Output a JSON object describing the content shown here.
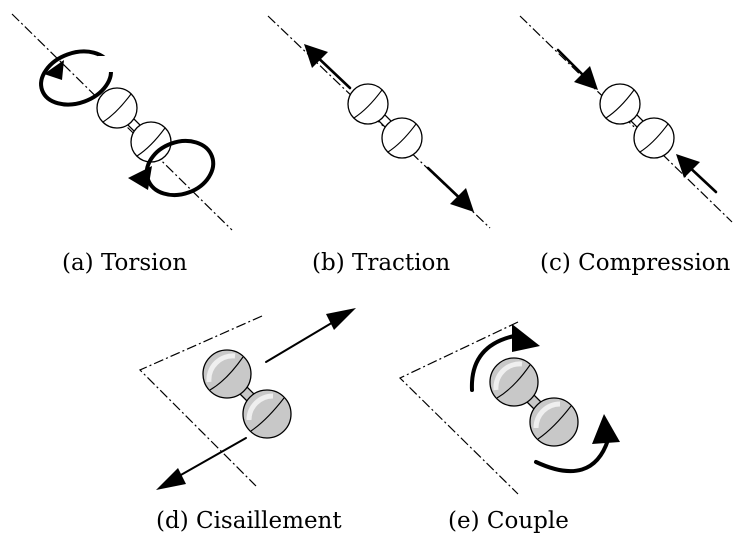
{
  "panels": [
    {
      "id": "a",
      "caption": "(a) Torsion"
    },
    {
      "id": "b",
      "caption": "(b) Traction"
    },
    {
      "id": "c",
      "caption": "(c) Compression"
    },
    {
      "id": "d",
      "caption": "(d) Cisaillement"
    },
    {
      "id": "e",
      "caption": "(e) Couple"
    }
  ],
  "colors": {
    "ink": "#000000",
    "shaded": "#c8c8c8",
    "background": "#ffffff"
  }
}
